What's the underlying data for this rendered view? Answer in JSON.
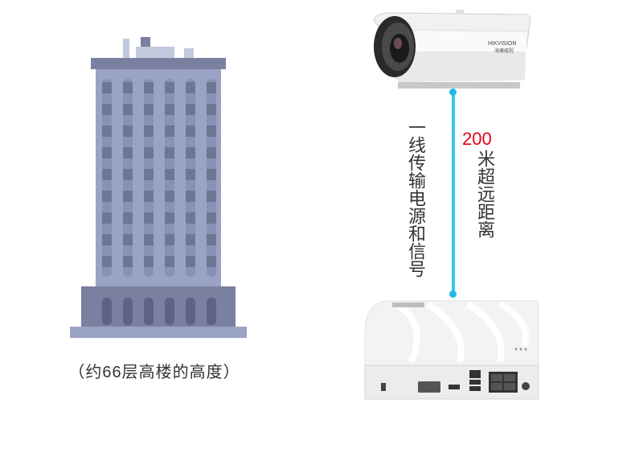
{
  "building": {
    "caption": "（约66层高楼的高度）"
  },
  "camera": {
    "brand": "HIKVISION",
    "brand_cn": "海康威视"
  },
  "link": {
    "left_label": "一线传输电源和信号",
    "distance_number": "200",
    "distance_text": "米超远距离"
  },
  "colors": {
    "building_body": "#9aa3c3",
    "building_dark": "#6e7696",
    "cable": "#3bc6ec",
    "accent_red": "#e60012"
  }
}
